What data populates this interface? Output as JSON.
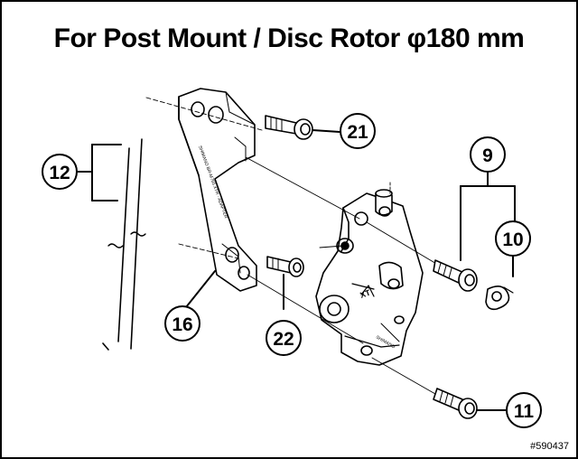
{
  "title": "For Post Mount / Disc Rotor φ180 mm",
  "callouts": {
    "c9": "9",
    "c10": "10",
    "c11": "11",
    "c12": "12",
    "c16": "16",
    "c21": "21",
    "c22": "22"
  },
  "part_code": "#590437"
}
